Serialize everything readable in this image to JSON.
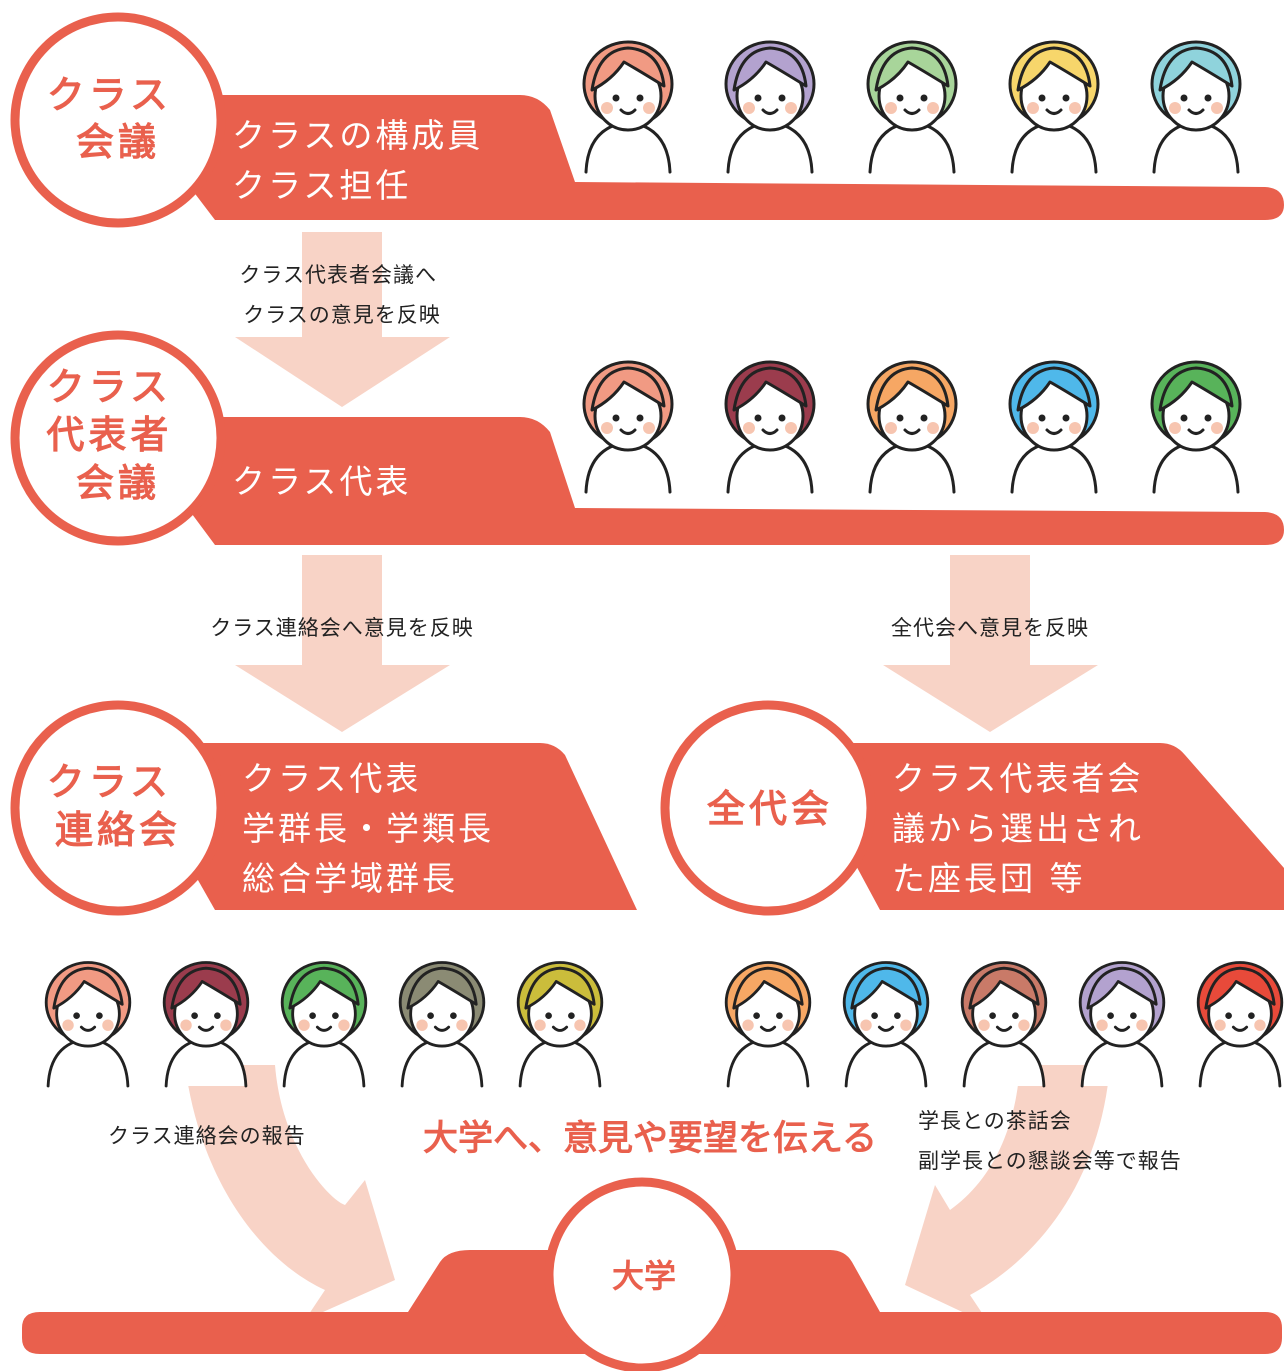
{
  "colors": {
    "primary": "#e9604d",
    "arrow": "#f8d3c6",
    "badge_text": "#e9604d",
    "label_text": "#222222",
    "white": "#ffffff"
  },
  "stages": {
    "class_meeting": {
      "badge": [
        "クラス",
        "会議"
      ],
      "members": [
        "クラスの構成員",
        "クラス担任"
      ]
    },
    "rep_meeting": {
      "badge": [
        "クラス",
        "代表者",
        "会議"
      ],
      "members": [
        "クラス代表"
      ]
    },
    "liaison": {
      "badge": [
        "クラス",
        "連絡会"
      ],
      "members": [
        "クラス代表",
        "学群長・学類長",
        "総合学域群長"
      ]
    },
    "zendaikai": {
      "badge": [
        "全代会"
      ],
      "members": [
        "クラス代表者会",
        "議から選出され",
        "た座長団 等"
      ]
    },
    "university": {
      "badge": [
        "大学"
      ]
    }
  },
  "arrows": {
    "to_rep_meeting": [
      "クラス代表者会議へ",
      "クラスの意見を反映"
    ],
    "to_liaison": [
      "クラス連絡会へ意見を反映"
    ],
    "to_zendaikai": [
      "全代会へ意見を反映"
    ],
    "liaison_report": [
      "クラス連絡会の報告"
    ],
    "zendaikai_report": [
      "学長との茶話会",
      "副学長との懇談会等で報告"
    ]
  },
  "center_message": "大学へ、意見や要望を伝える",
  "illustrations": {
    "row1": [
      {
        "hair": "#f19a83",
        "name": "person-waving-icon"
      },
      {
        "hair": "#b3a2cf",
        "name": "person-arms-crossed-icon"
      },
      {
        "hair": "#a8d59a",
        "name": "person-hand-raised-icon"
      },
      {
        "hair": "#f7d66b",
        "name": "person-smiling-icon"
      },
      {
        "hair": "#8fd3dc",
        "name": "person-thinking-icon"
      }
    ],
    "row2": [
      {
        "hair": "#f19a83",
        "name": "person-waving-icon"
      },
      {
        "hair": "#9b3c4d",
        "name": "person-long-hair-icon"
      },
      {
        "hair": "#f6a764",
        "name": "person-glasses-pointing-icon"
      },
      {
        "hair": "#4fb8ea",
        "name": "person-curly-hair-icon"
      },
      {
        "hair": "#58b35a",
        "name": "person-arms-crossed-icon"
      }
    ],
    "row3": [
      {
        "hair": "#f19a83",
        "name": "person-waving-icon"
      },
      {
        "hair": "#9b3c4d",
        "name": "person-long-hair-icon"
      },
      {
        "hair": "#58b35a",
        "name": "person-arms-crossed-icon"
      },
      {
        "hair": "#8b8b74",
        "name": "person-suit-icon"
      },
      {
        "hair": "#cbbd3b",
        "name": "person-ponytail-icon"
      }
    ],
    "row4": [
      {
        "hair": "#f6a764",
        "name": "person-glasses-pointing-icon"
      },
      {
        "hair": "#4fb8ea",
        "name": "person-curly-hair-icon"
      },
      {
        "hair": "#c97a68",
        "name": "person-arms-crossed-icon"
      },
      {
        "hair": "#b3a2cf",
        "name": "person-hands-up-icon"
      },
      {
        "hair": "#e84a3a",
        "name": "person-smiling-icon"
      }
    ]
  }
}
